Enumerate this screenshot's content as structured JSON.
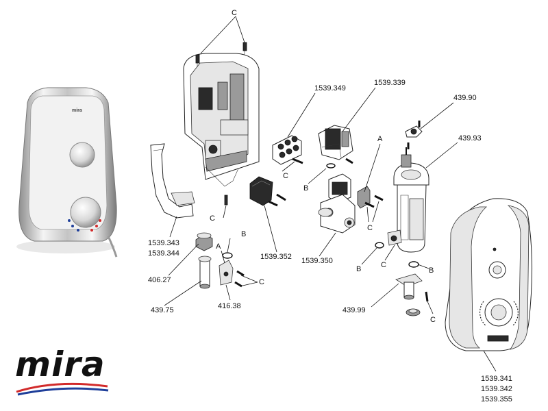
{
  "diagram": {
    "labels": {
      "c_top": "C",
      "p1539_349": "1539.349",
      "p1539_339": "1539.339",
      "p439_90": "439.90",
      "p439_93": "439.93",
      "a_mid": "A",
      "c_screw_left": "C",
      "b_valve": "B",
      "c_case": "C",
      "c_bracket": "C",
      "p1539_343": "1539.343",
      "p1539_344": "1539.344",
      "b_left": "B",
      "a_left": "A",
      "p1539_352": "1539.352",
      "p1539_350": "1539.350",
      "b_can": "B",
      "c_can": "C",
      "b_right": "B",
      "p406_27": "406.27",
      "c_left_pair": "C",
      "p439_75": "439.75",
      "p416_38": "416.38",
      "p439_99": "439.99",
      "c_bottom": "C",
      "p1539_341": "1539.341",
      "p1539_342": "1539.342",
      "p1539_355": "1539.355"
    },
    "product_badge": "mira",
    "colors": {
      "logo_red": "#d22a2a",
      "logo_blue": "#1f3f9a",
      "chrome": "#c8c8c8"
    }
  },
  "logo": {
    "text": "mira",
    "icon": "mira-logo-swoosh"
  }
}
